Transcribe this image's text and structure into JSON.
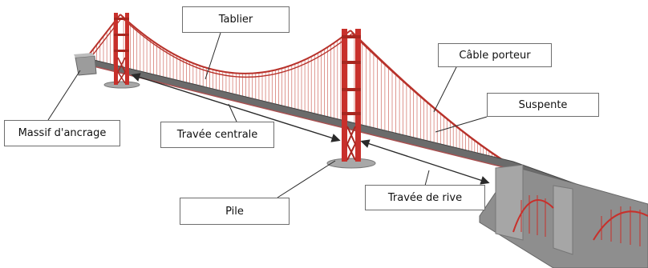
{
  "labels": {
    "tablier": "Tablier",
    "cable_porteur": "Câble porteur",
    "suspente": "Suspente",
    "massif_ancrage": "Massif d'ancrage",
    "travee_centrale": "Travée centrale",
    "travee_rive": "Travée de rive",
    "pile": "Pile"
  },
  "colors": {
    "tower_red": "#c8302b",
    "cable_red": "#c0392b",
    "deck_gray": "#6b6b6b",
    "concrete_gray": "#9c9c9c",
    "leader_line": "#2a2a2a"
  }
}
